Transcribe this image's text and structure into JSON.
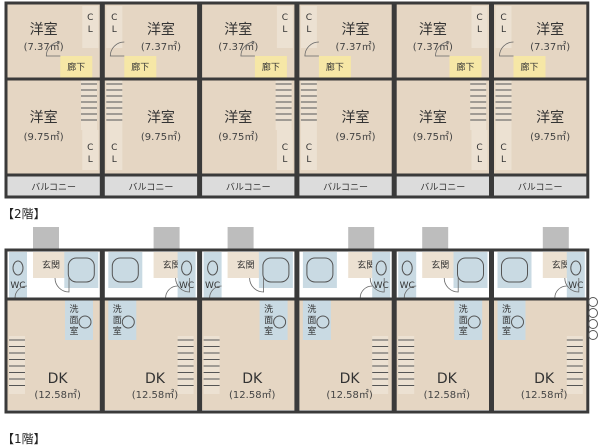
{
  "labels": {
    "western_room": "洋室",
    "area_upper": "(7.37㎡)",
    "area_lower": "(9.75㎡)",
    "closet": "CL",
    "corridor": "廊下",
    "balcony": "バルコニー",
    "entrance": "玄関",
    "toilet": "WC",
    "washroom": "洗面室",
    "dk": "DK",
    "area_dk": "(12.58㎡)"
  },
  "floors": {
    "second": "【2階】",
    "first": "【1階】"
  },
  "units_per_floor": 6
}
